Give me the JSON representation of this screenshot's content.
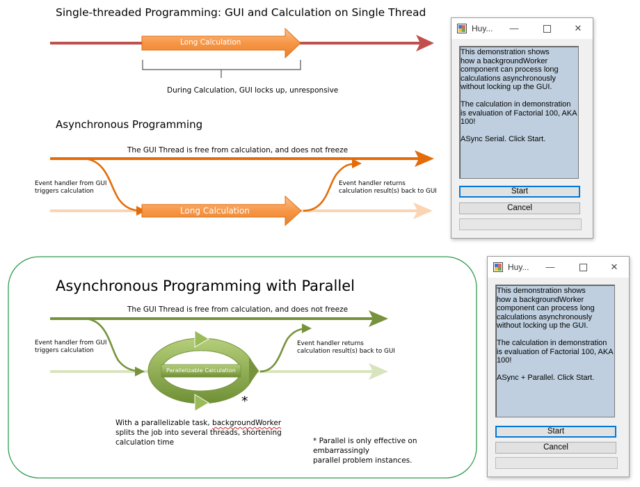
{
  "section1": {
    "title": "Single-threaded Programming: GUI and Calculation on Single Thread",
    "calc_label": "Long Calculation",
    "lock_note": "During Calculation, GUI locks up, unresponsive"
  },
  "section2": {
    "title": "Asynchronous Programming",
    "gui_thread_note": "The GUI Thread is free from calculation, and does not freeze",
    "event_in_line1": "Event handler from GUI",
    "event_in_line2": "triggers calculation",
    "event_out_line1": "Event handler returns",
    "event_out_line2": "calculation result(s) back to GUI",
    "calc_label": "Long Calculation"
  },
  "section3": {
    "title": "Asynchronous Programming with Parallel",
    "gui_thread_note": "The GUI Thread is free from calculation, and does not freeze",
    "event_in_line1": "Event handler from GUI",
    "event_in_line2": "triggers calculation",
    "event_out_line1": "Event handler returns",
    "event_out_line2": "calculation result(s) back to GUI",
    "calc_label": "Parallelizable Calculation",
    "asterisk": "*",
    "note_line1_pre": "With a parallelizable task, ",
    "note_line1_word": "backgroundWorker",
    "note_line2": "splits the job into several threads, shortening",
    "note_line3": "calculation time",
    "footnote_line1": "* Parallel is only effective on embarrassingly",
    "footnote_line2": "parallel problem instances."
  },
  "window1": {
    "title": "Huy...",
    "min_glyph": "—",
    "close_glyph": "✕",
    "text": "This demonstration shows\nhow a backgroundWorker\ncomponent can process long\ncalculations asynchronously\nwithout locking up the GUI.\n\nThe calculation in demonstration\nis evaluation of Factorial 100, AKA\n100!\n\nASync Serial. Click Start.",
    "start_label": "Start",
    "cancel_label": "Cancel",
    "progress": 0
  },
  "window2": {
    "title": "Huy...",
    "min_glyph": "—",
    "close_glyph": "✕",
    "text": "This demonstration shows\nhow a backgroundWorker\ncomponent can process long\ncalculations asynchronously\nwithout locking up the GUI.\n\nThe calculation in demonstration\nis evaluation of Factorial 100, AKA\n100!\n\nASync + Parallel. Click Start.",
    "start_label": "Start",
    "cancel_label": "Cancel",
    "progress": 0
  },
  "colors": {
    "red_line": "#c0504d",
    "orange": "#f79646",
    "orange_dark": "#e36c09",
    "orange_light": "#fbd4b4",
    "green": "#76923c",
    "green_mid": "#9bbb59",
    "green_light": "#d7e4bd",
    "rounded_border": "#2e9b4e"
  }
}
